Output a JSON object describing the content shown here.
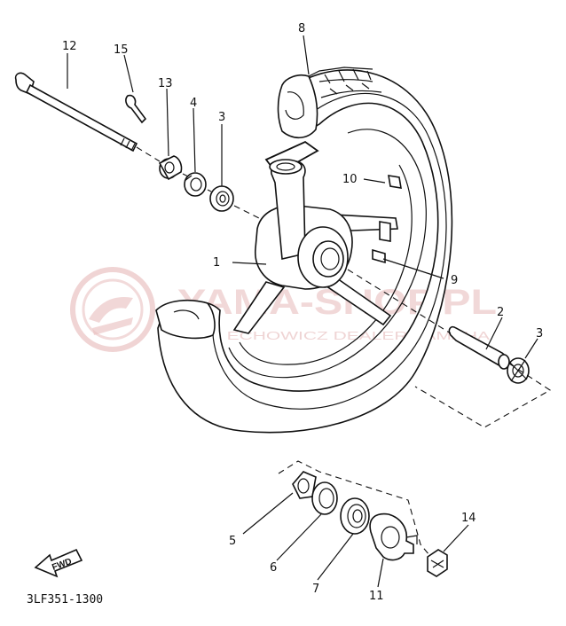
{
  "diagram": {
    "code": "3LF351-1300",
    "direction_label": "FWD",
    "callouts": [
      "1",
      "2",
      "3",
      "3",
      "4",
      "5",
      "6",
      "7",
      "8",
      "9",
      "10",
      "11",
      "12",
      "13",
      "14",
      "15"
    ]
  },
  "watermark": {
    "title": "YAMA-SHOP.PL",
    "subtitle": "WOŁ ECHOWICZ DEALER YAMAHA",
    "color": "#e6b9b9"
  }
}
